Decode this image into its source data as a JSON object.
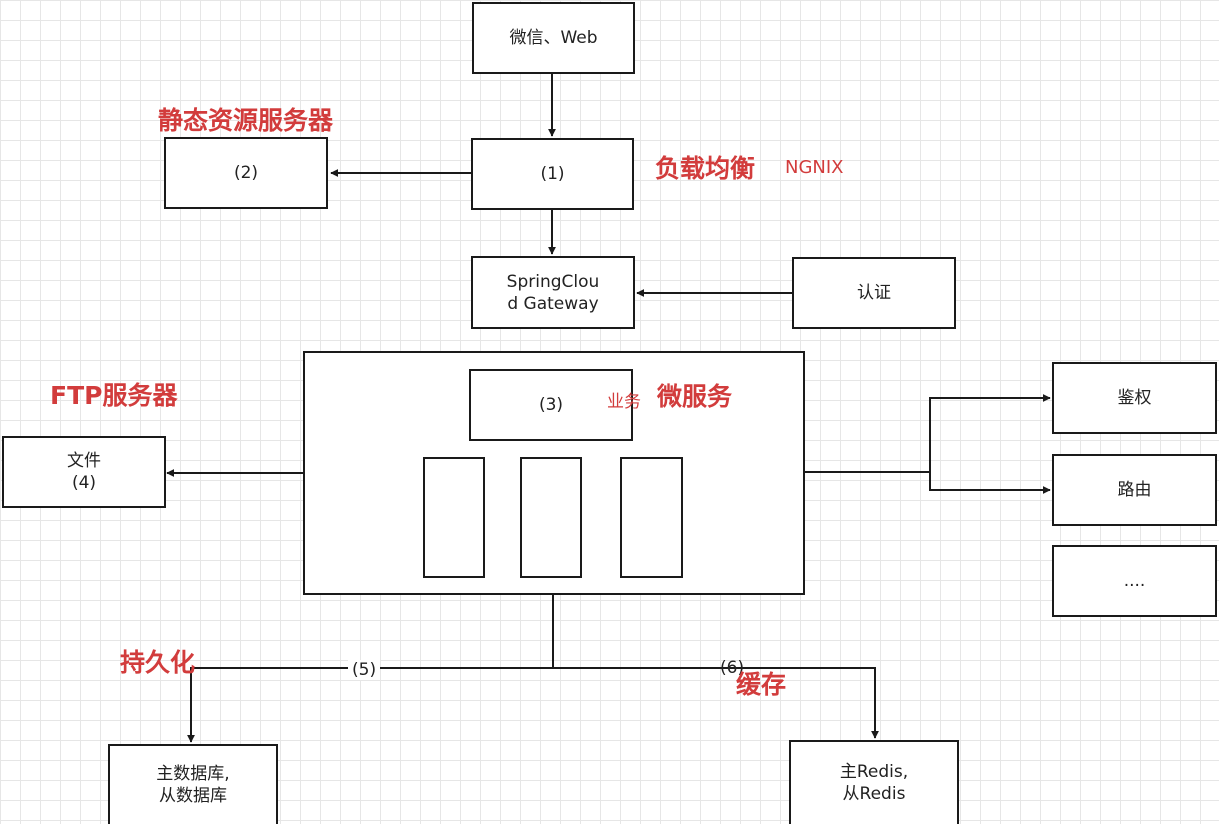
{
  "nodes": {
    "client": "微信、Web",
    "lb": "(1)",
    "static": "(2)",
    "gateway": "SpringClou\nd Gateway",
    "auth": "认证",
    "service_inner": "(3)",
    "ftp_file": "文件\n(4)",
    "perm": "鉴权",
    "route": "路由",
    "more": "....",
    "db": "主数据库,\n从数据库",
    "redis": "主Redis,\n从Redis"
  },
  "edge_labels": {
    "persist": "(5)",
    "cache": "(6)"
  },
  "notes": {
    "static_server": "静态资源服务器",
    "load_balance": "负载均衡",
    "nginx": "NGNIX",
    "ftp_server": "FTP服务器",
    "business_prefix": "业务",
    "microservice": "微服务",
    "persistence": "持久化",
    "cache": "缓存"
  },
  "colors": {
    "annotation": "#d23c3c",
    "stroke": "#1a1a1a",
    "grid": "#e6e6e6"
  }
}
